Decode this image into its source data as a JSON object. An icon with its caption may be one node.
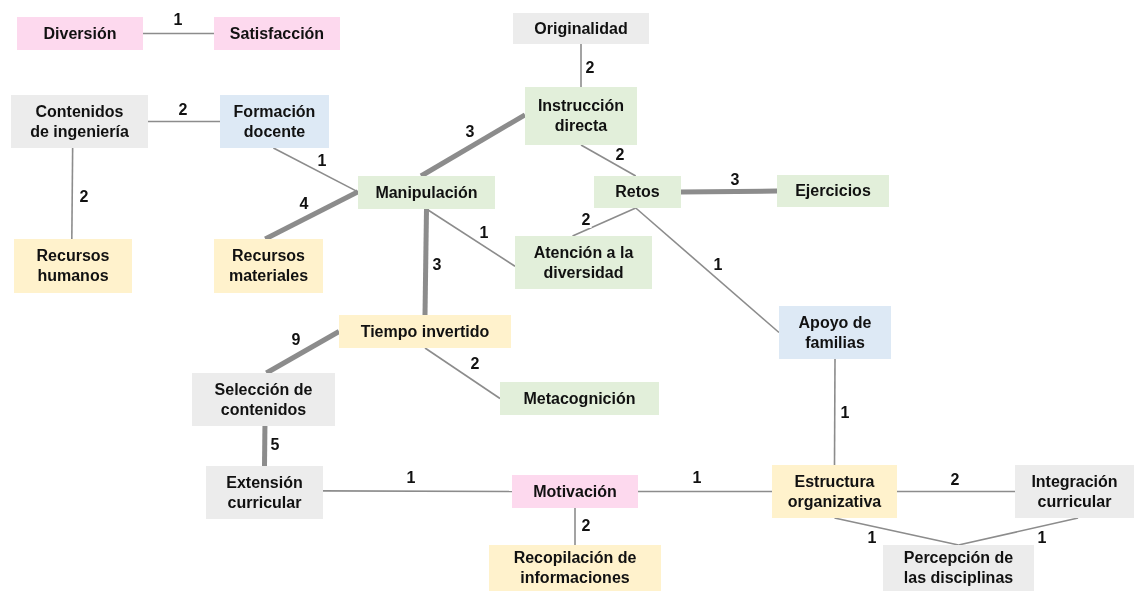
{
  "diagram": {
    "nodes": [
      {
        "text": [
          "Diversión"
        ]
      },
      {
        "text": [
          "Satisfacción"
        ]
      },
      {
        "text": [
          "Contenidos de ingeniería"
        ]
      },
      {
        "text": [
          "Formación docente"
        ]
      },
      {
        "text": [
          "Originalidad"
        ]
      },
      {
        "text": [
          "Instrucción directa"
        ]
      },
      {
        "text": [
          "Manipulación"
        ]
      },
      {
        "text": [
          "Retos"
        ]
      },
      {
        "text": [
          "Ejercicios"
        ]
      },
      {
        "text": [
          "Recursos humanos"
        ]
      },
      {
        "text": [
          "Recursos materiales"
        ]
      },
      {
        "text": [
          "Atención a la diversidad"
        ]
      },
      {
        "text": [
          "Apoyo de familias"
        ]
      },
      {
        "text": [
          "Tiempo invertido"
        ]
      },
      {
        "text": [
          "Metacognición"
        ]
      },
      {
        "text": [
          "Selección de contenidos"
        ]
      },
      {
        "text": [
          "Extensión curricular"
        ]
      },
      {
        "text": [
          "Motivación"
        ]
      },
      {
        "text": [
          "Estructura organizativa"
        ]
      },
      {
        "text": [
          "Integración curricular"
        ]
      },
      {
        "text": [
          "Recopilación de informaciones"
        ]
      },
      {
        "text": [
          "Percepción de las disciplinas"
        ]
      }
    ],
    "edges": [
      {
        "from": 0,
        "to": 1,
        "arrow": "none",
        "label": "1"
      },
      {
        "from": 2,
        "to": 3,
        "arrow": "none",
        "label": "2"
      },
      {
        "from": 2,
        "to": 9,
        "arrow": "none",
        "label": "2"
      },
      {
        "from": 3,
        "to": 6,
        "arrow": "none",
        "label": "1"
      },
      {
        "from": 4,
        "to": 5,
        "arrow": "none",
        "label": "2"
      },
      {
        "from": 6,
        "to": 5,
        "arrow": "none",
        "label": "3",
        "style": "thick"
      },
      {
        "from": 10,
        "to": 6,
        "arrow": "none",
        "label": "4",
        "style": "thick"
      },
      {
        "from": 6,
        "to": 11,
        "arrow": "none",
        "label": "1"
      },
      {
        "from": 6,
        "to": 13,
        "arrow": "none",
        "label": "3",
        "style": "thick"
      },
      {
        "from": 5,
        "to": 7,
        "arrow": "none",
        "label": "2"
      },
      {
        "from": 7,
        "to": 8,
        "arrow": "none",
        "label": "3",
        "style": "thick"
      },
      {
        "from": 7,
        "to": 11,
        "arrow": "none",
        "label": "2"
      },
      {
        "from": 7,
        "to": 12,
        "arrow": "none",
        "label": "1"
      },
      {
        "from": 13,
        "to": 15,
        "arrow": "none",
        "label": "9",
        "style": "thick"
      },
      {
        "from": 13,
        "to": 14,
        "arrow": "none",
        "label": "2"
      },
      {
        "from": 15,
        "to": 16,
        "arrow": "none",
        "label": "5",
        "style": "thick"
      },
      {
        "from": 16,
        "to": 17,
        "arrow": "none",
        "label": "1"
      },
      {
        "from": 17,
        "to": 18,
        "arrow": "none",
        "label": "1"
      },
      {
        "from": 17,
        "to": 20,
        "arrow": "none",
        "label": "2"
      },
      {
        "from": 12,
        "to": 18,
        "arrow": "none",
        "label": "1"
      },
      {
        "from": 18,
        "to": 19,
        "arrow": "none",
        "label": "2"
      },
      {
        "from": 18,
        "to": 21,
        "arrow": "none",
        "label": "1"
      },
      {
        "from": 19,
        "to": 21,
        "arrow": "none",
        "label": "1"
      }
    ]
  }
}
